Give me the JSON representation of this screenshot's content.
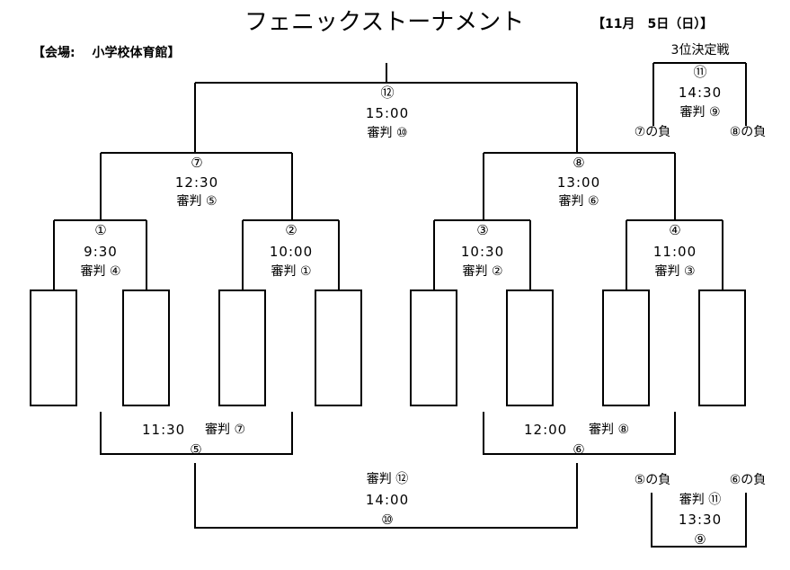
{
  "header": {
    "title": "フェニックストーナメント",
    "date": "【11月　5日（日）】",
    "venue": "【会場:　 小学校体育館】"
  },
  "final": {
    "match": "⑫",
    "time": "15:00",
    "referee": "審判 ⑩"
  },
  "third_place": {
    "label": "3位決定戦",
    "match": "⑪",
    "time": "14:30",
    "referee": "審判 ⑨",
    "left_team": "⑦の負",
    "right_team": "⑧の負"
  },
  "semis": [
    {
      "match": "⑦",
      "time": "12:30",
      "referee": "審判 ⑤"
    },
    {
      "match": "⑧",
      "time": "13:00",
      "referee": "審判 ⑥"
    }
  ],
  "first_round": [
    {
      "match": "①",
      "time": "9:30",
      "referee": "審判 ④"
    },
    {
      "match": "②",
      "time": "10:00",
      "referee": "審判 ①"
    },
    {
      "match": "③",
      "time": "10:30",
      "referee": "審判 ②"
    },
    {
      "match": "④",
      "time": "11:00",
      "referee": "審判 ③"
    }
  ],
  "consolation": [
    {
      "match": "⑤",
      "time": "11:30",
      "referee": "審判 ⑦"
    },
    {
      "match": "⑥",
      "time": "12:00",
      "referee": "審判 ⑧"
    }
  ],
  "consolation_final": {
    "match": "⑩",
    "referee": "審判 ⑫",
    "time": "14:00"
  },
  "fifth_place": {
    "left_team": "⑤の負",
    "right_team": "⑥の負",
    "referee": "審判 ⑪",
    "time": "13:30",
    "match": "⑨"
  }
}
